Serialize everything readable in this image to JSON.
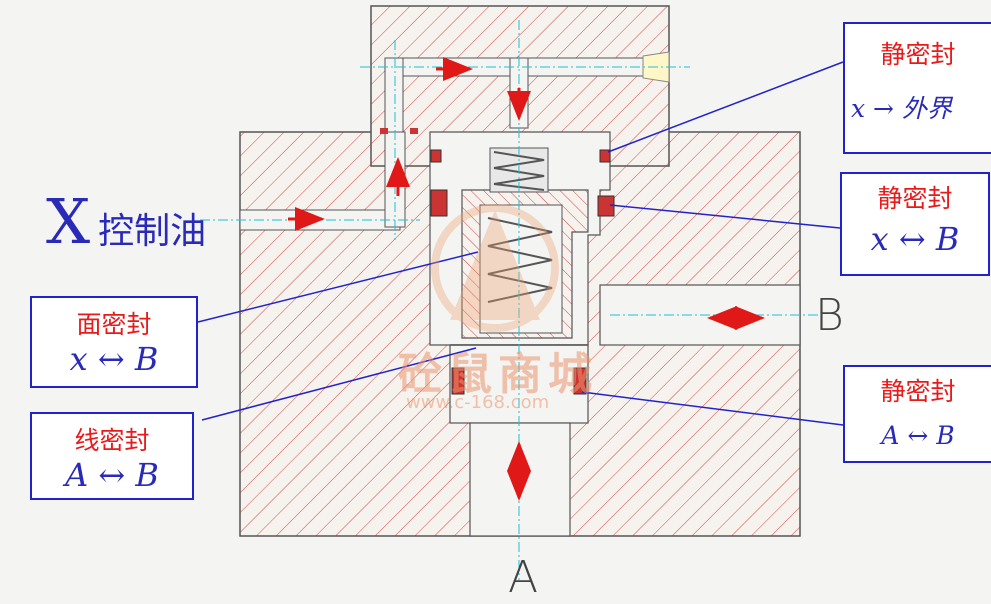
{
  "port_x_label": "X",
  "port_x_text": "控制油",
  "port_b_label": "B",
  "port_a_label": "A",
  "callouts": {
    "top_right": {
      "title": "静密封",
      "formula": "x → 外界"
    },
    "mid_right": {
      "title": "静密封",
      "formula": "x ↔ B"
    },
    "bottom_right": {
      "title": "静密封",
      "formula": "A ↔ B"
    },
    "face_seal": {
      "title": "面密封",
      "formula": "x ↔ B"
    },
    "line_seal": {
      "title": "线密封",
      "formula": "A ↔ B"
    }
  },
  "watermark": {
    "name": "砼鼠商城",
    "url": "www.c-168.com"
  },
  "colors": {
    "hatch": "#d24a4a",
    "leader": "#2222cc",
    "callout_title": "#e81a1a",
    "callout_formula": "#2a2ab8",
    "arrow": "#e01818",
    "centerline": "#20c0d0"
  }
}
